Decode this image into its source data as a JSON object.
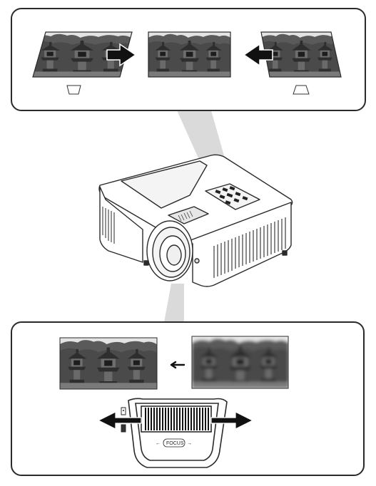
{
  "focus_ring": {
    "label": "FOCUS",
    "left_arrow": "←",
    "right_arrow": "→"
  },
  "keystone_panel": {
    "images": [
      "keystone-top-wide",
      "image-corrected",
      "keystone-bottom-wide"
    ],
    "symbols": [
      "keystone-down-symbol",
      "keystone-up-symbol"
    ]
  },
  "focus_panel": {
    "images": [
      "sharp-image",
      "blurry-image"
    ]
  },
  "colors": {
    "outline": "#2a2a2a",
    "beam": "#d9d9d9",
    "arrow": "#111111",
    "photo_sky": "#e6e6e6",
    "photo_dark": "#3a3a3a"
  }
}
